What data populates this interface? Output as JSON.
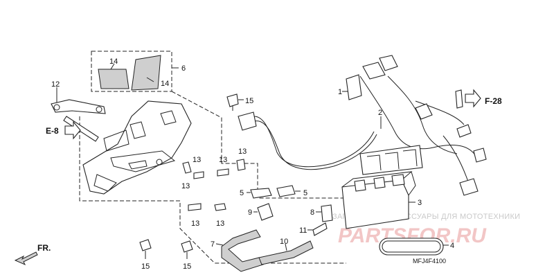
{
  "callouts": {
    "p1": "1",
    "p2": "2",
    "p3": "3",
    "p4": "4",
    "p5a": "5",
    "p5b": "5",
    "p6": "6",
    "p7": "7",
    "p8": "8",
    "p9": "9",
    "p10": "10",
    "p11": "11",
    "p12": "12",
    "p13a": "13",
    "p13b": "13",
    "p13c": "13",
    "p13d": "13",
    "p13e": "13",
    "p13f": "13",
    "p14a": "14",
    "p14b": "14",
    "p15a": "15",
    "p15b": "15",
    "p15c": "15"
  },
  "references": {
    "e8": "E-8",
    "f28": "F-28",
    "front": "FR."
  },
  "diagram_code": "MFJ4F4100",
  "watermark": {
    "text": "ЗАПЧАСТИ И АКСЕССУАРЫ ДЛЯ МОТОТЕХНИКИ",
    "logo": "PARTSFOR.RU"
  }
}
